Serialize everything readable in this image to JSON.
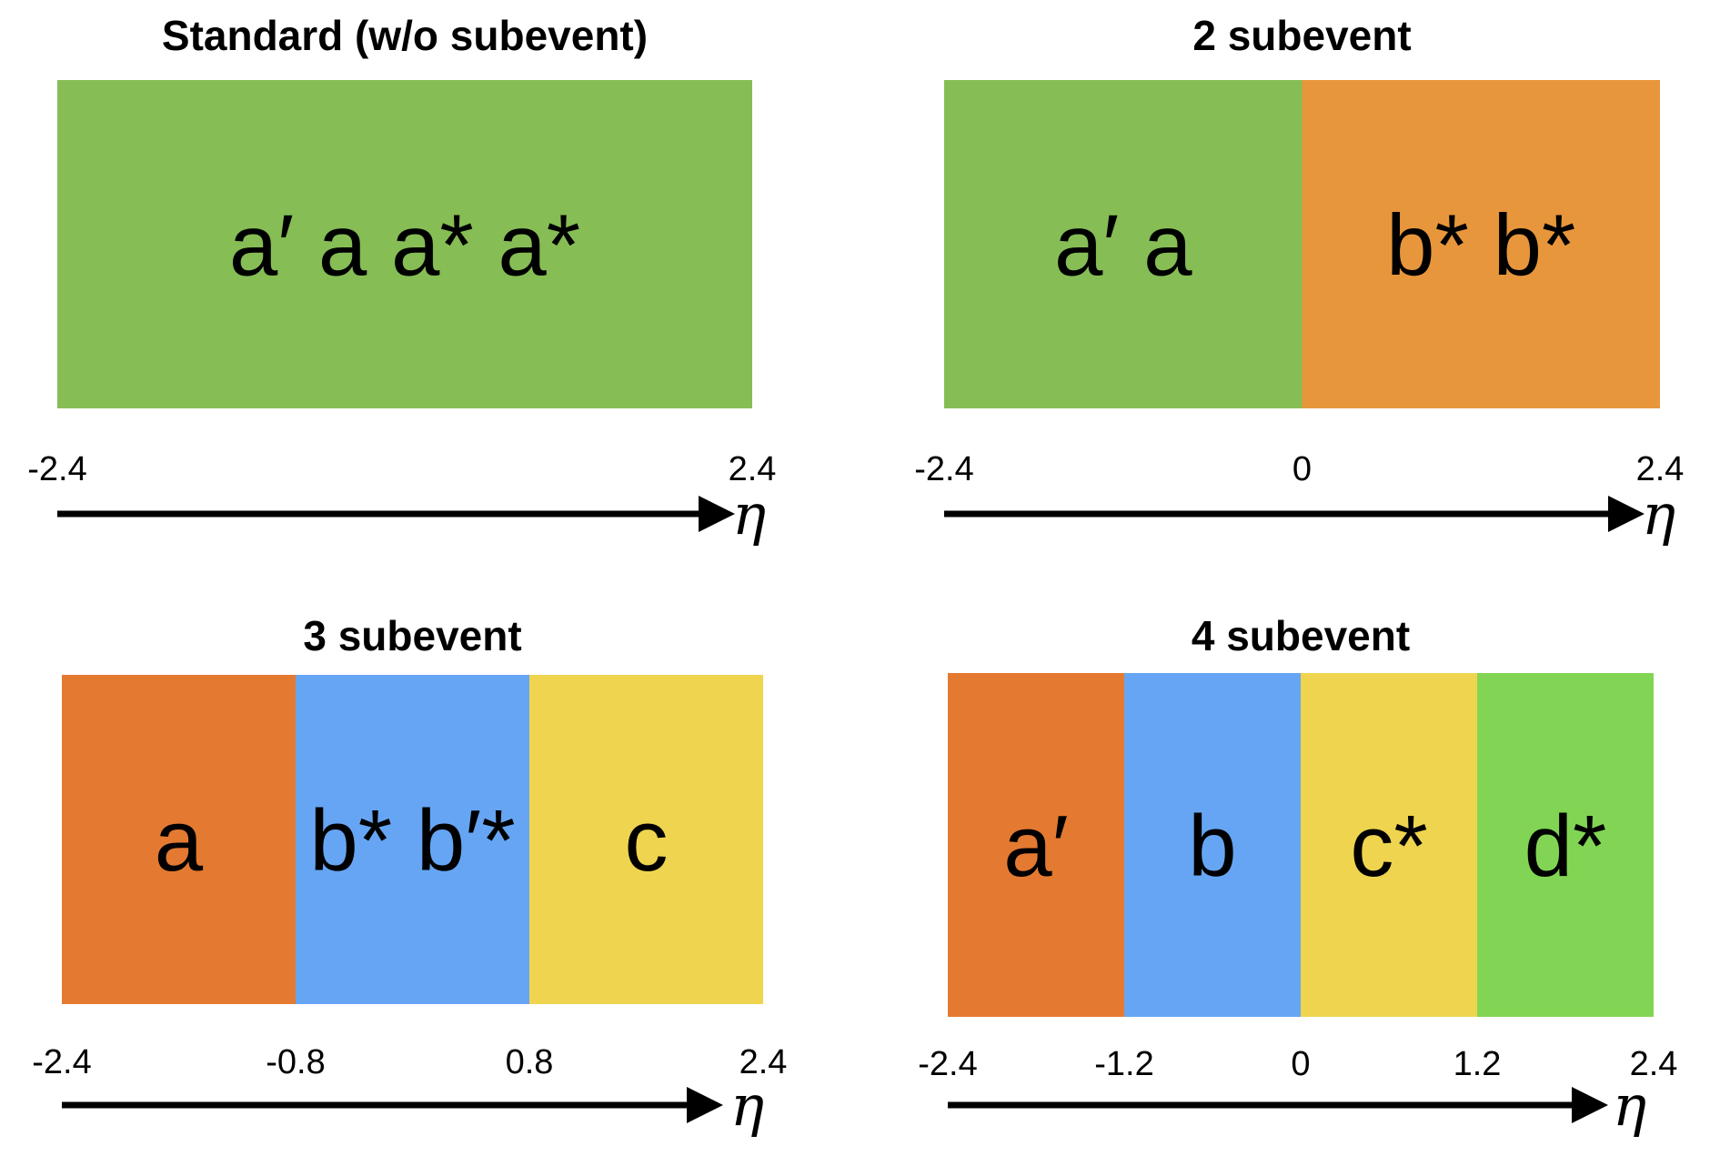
{
  "panels": [
    {
      "title": "Standard (w/o subevent)",
      "boundaries": [
        -2.4,
        2.4
      ],
      "regions": [
        {
          "label": "a′ a  a* a*",
          "color": "#86bd55"
        }
      ],
      "tick_labels": [
        "-2.4",
        "2.4"
      ],
      "axis_symbol": "η"
    },
    {
      "title": "2 subevent",
      "boundaries": [
        -2.4,
        0,
        2.4
      ],
      "regions": [
        {
          "label": "a′ a",
          "color": "#86bd55"
        },
        {
          "label": "b* b*",
          "color": "#e8963c"
        }
      ],
      "tick_labels": [
        "-2.4",
        "0",
        "2.4"
      ],
      "axis_symbol": "η"
    },
    {
      "title": "3 subevent",
      "boundaries": [
        -2.4,
        -0.8,
        0.8,
        2.4
      ],
      "regions": [
        {
          "label": "a",
          "color": "#e47a31"
        },
        {
          "label": "b* b′*",
          "color": "#66a5f3"
        },
        {
          "label": "c",
          "color": "#efd44f"
        }
      ],
      "tick_labels": [
        "-2.4",
        "-0.8",
        "0.8",
        "2.4"
      ],
      "axis_symbol": "η"
    },
    {
      "title": "4 subevent",
      "boundaries": [
        -2.4,
        -1.2,
        0,
        1.2,
        2.4
      ],
      "regions": [
        {
          "label": "a′",
          "color": "#e47a31"
        },
        {
          "label": "b",
          "color": "#66a5f3"
        },
        {
          "label": "c*",
          "color": "#efd44f"
        },
        {
          "label": "d*",
          "color": "#82d554"
        }
      ],
      "tick_labels": [
        "-2.4",
        "-1.2",
        "0",
        "1.2",
        "2.4"
      ],
      "axis_symbol": "η"
    }
  ]
}
